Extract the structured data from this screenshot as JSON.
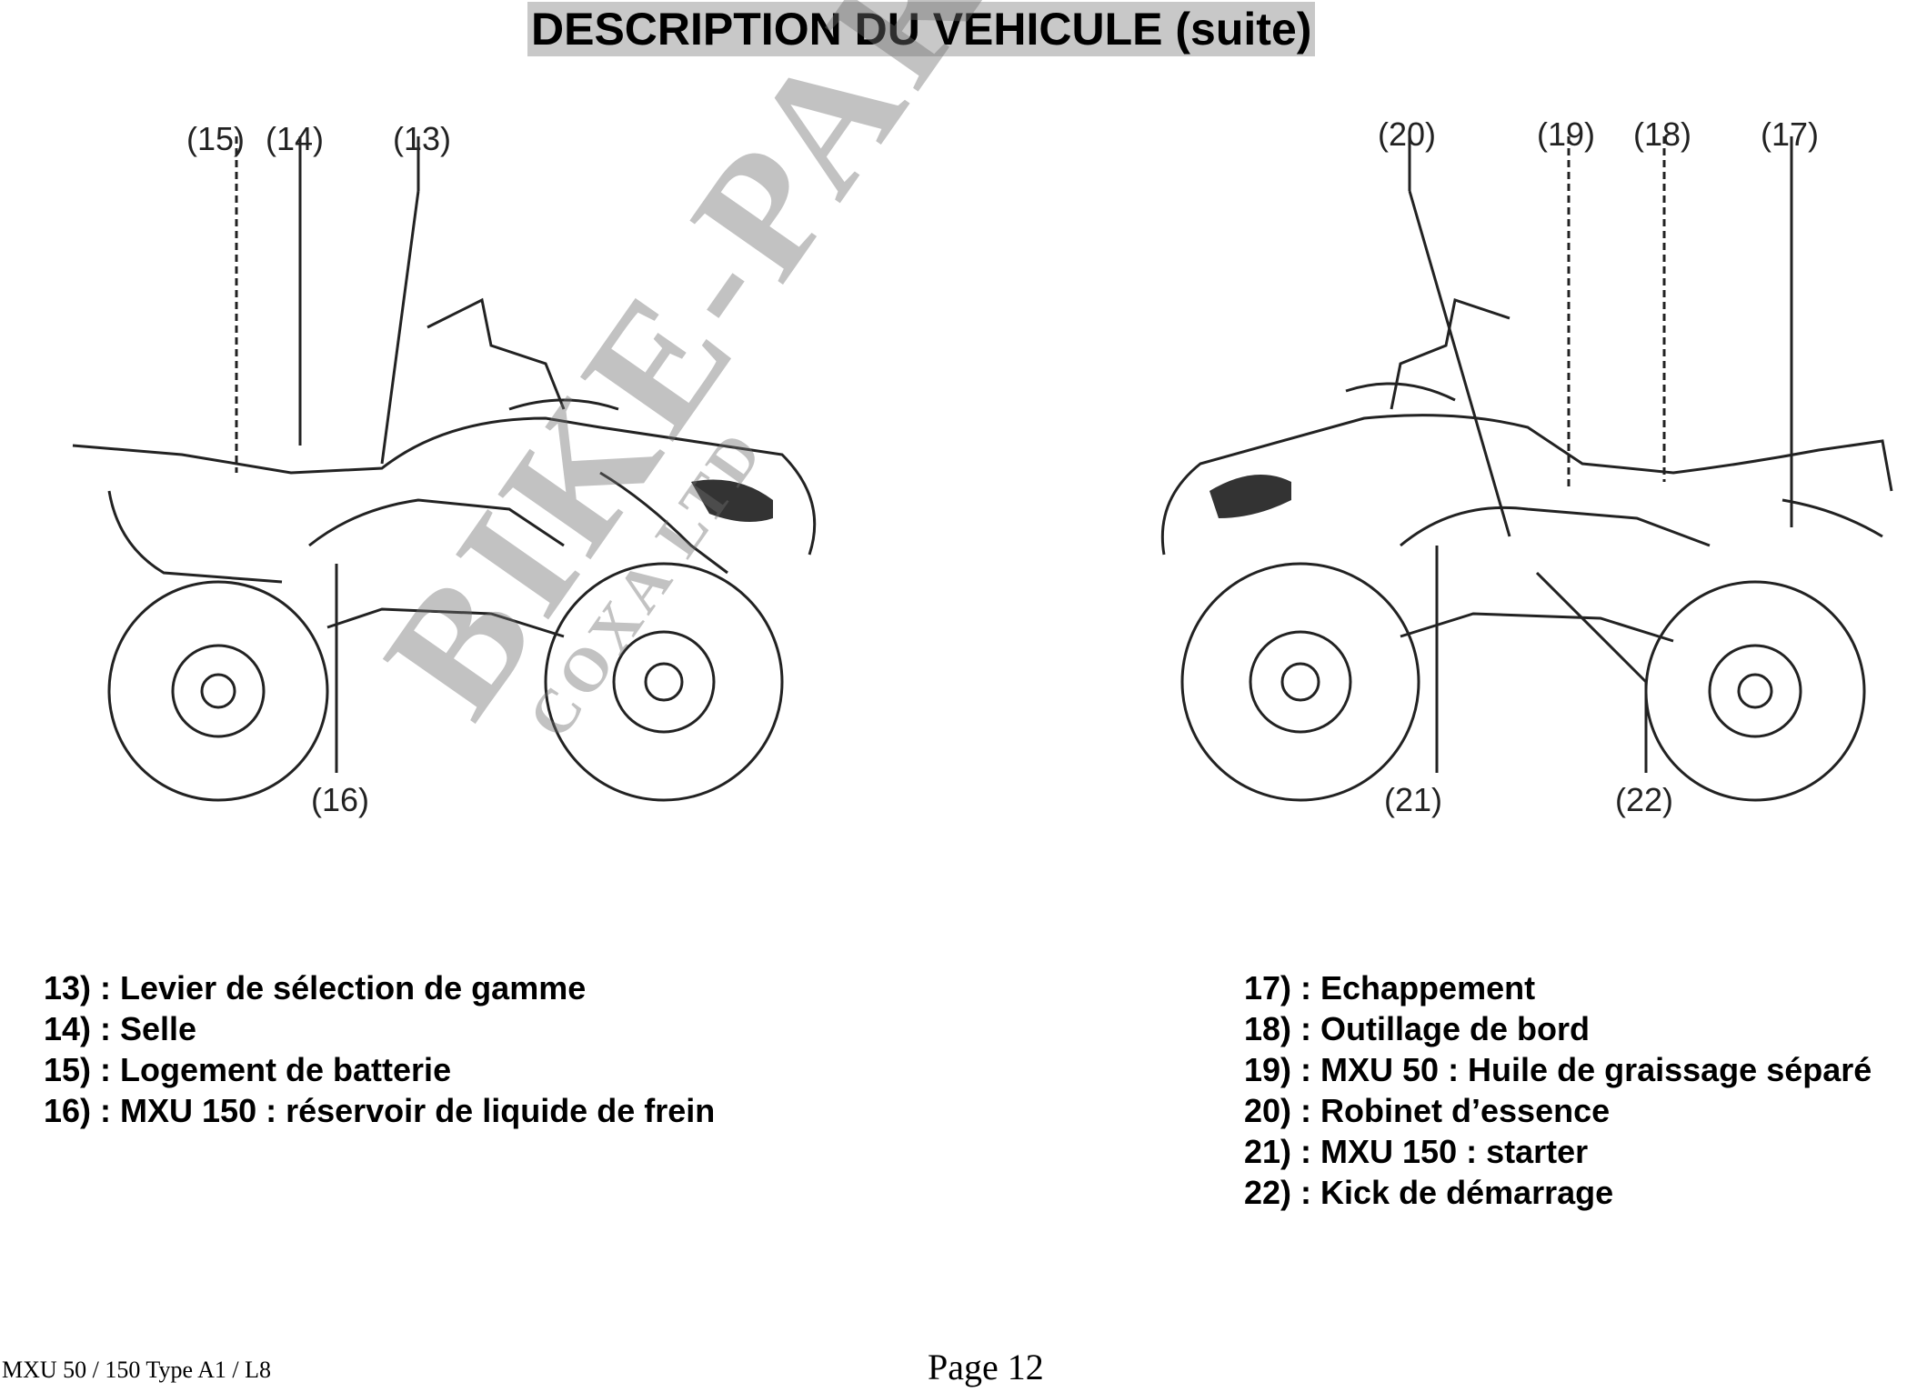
{
  "title": "DESCRIPTION DU VEHICULE (suite)",
  "left_diagram": {
    "callouts": [
      "(15)",
      "(14)",
      "(13)",
      "(16)"
    ]
  },
  "right_diagram": {
    "callouts": [
      "(20)",
      "(19)",
      "(18)",
      "(17)",
      "(21)",
      "(22)"
    ]
  },
  "legend_left": [
    "13) : Levier de sélection de gamme",
    "14) : Selle",
    "15) : Logement de batterie",
    "16) : MXU 150 : réservoir de liquide de frein"
  ],
  "legend_right": [
    "17) : Echappement",
    "18) : Outillage de bord",
    "19) : MXU 50 : Huile de graissage séparé",
    "20) : Robinet d’essence",
    "21) : MXU 150 : starter",
    "22) : Kick de démarrage"
  ],
  "watermark": {
    "main": "BIKE-PARTS",
    "sub": "COXA LTD"
  },
  "footer": {
    "model": "MXU 50 / 150  Type A1 / L8",
    "page": "Page 12"
  }
}
